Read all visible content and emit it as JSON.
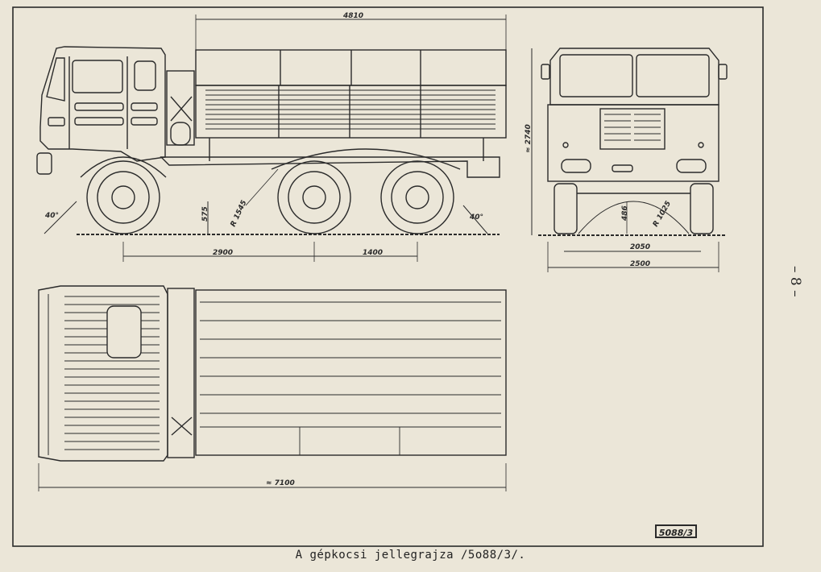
{
  "caption": "A gépkocsi jellegrajza /5o88/3/.",
  "page_number": "– 8 –",
  "drawing_ref": "5088/3",
  "dimensions": {
    "overall_cargo_length": "4810",
    "cab_height": "≈ 2740",
    "front_ground_clearance": "575",
    "front_turn_radius": "R 1545",
    "wheelbase": "2900",
    "rear_axle_spacing": "1400",
    "approach_angle": "40°",
    "departure_angle": "40°",
    "axle_clearance": "486",
    "axle_radius": "R 1025",
    "track_width": "2050",
    "overall_width": "2500",
    "overall_length": "≈ 7100"
  }
}
